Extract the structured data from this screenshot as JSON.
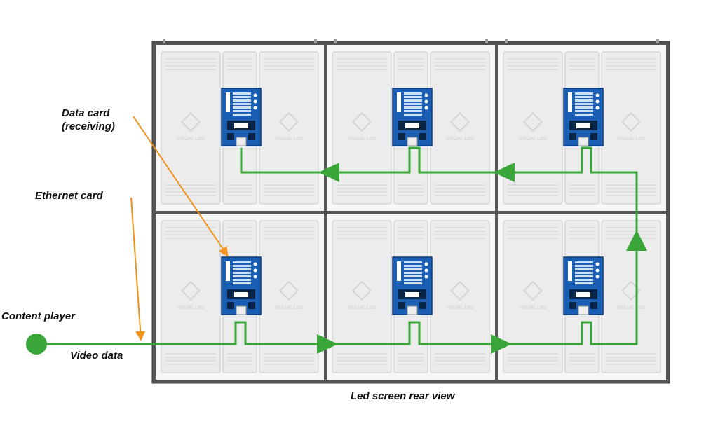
{
  "labels": {
    "data_card": "Data card",
    "data_card_sub": "(receiving)",
    "ethernet_card": "Ethernet card",
    "content_player": "Content player",
    "video_data": "Video data",
    "caption": "Led screen rear view"
  },
  "grid": {
    "rows": 2,
    "cols": 3
  },
  "cabinet_watermark": "VISUAL LED",
  "colors": {
    "flow": "#3aa63a",
    "pointer": "#f0921c",
    "card": "#1a5fb4",
    "cabinet_frame": "#555555",
    "cabinet_fill": "#ececec"
  },
  "icons": {
    "player": "green-dot-icon",
    "arrow": "green-triangle-arrow-icon",
    "card": "receiving-card-icon"
  }
}
